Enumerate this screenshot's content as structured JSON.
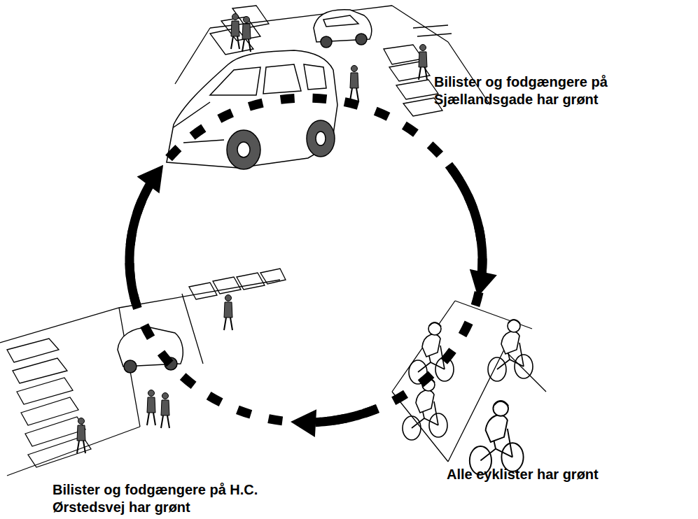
{
  "diagram": {
    "nodes": [
      {
        "text": [
          "Bilister og fodgængere på Sjællandsgade har grønt"
        ]
      },
      {
        "text": [
          "Alle cyklister har grønt"
        ]
      },
      {
        "text": [
          "Bilister og fodgængere på H.C. Ørstedsvej har grønt"
        ]
      }
    ],
    "edges": [
      {
        "from": 0,
        "to": 1,
        "arrow": "to"
      },
      {
        "from": 1,
        "to": 2,
        "arrow": "to"
      },
      {
        "from": 2,
        "to": 0,
        "arrow": "to"
      }
    ]
  }
}
